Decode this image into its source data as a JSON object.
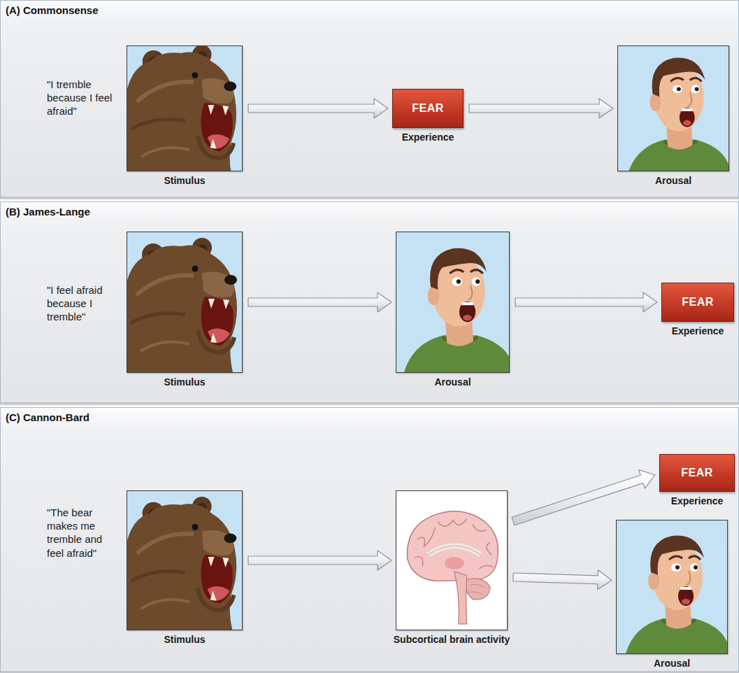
{
  "diagram": {
    "nodes": [
      {
        "text": [
          "(A) Commonsense",
          "\"I tremble because I feel afraid\""
        ]
      },
      {
        "text": [
          "Stimulus"
        ],
        "in": 0
      },
      {
        "text": [
          "FEAR",
          "Experience"
        ],
        "in": 0
      },
      {
        "text": [
          "Arousal"
        ],
        "in": 0
      },
      {
        "text": [
          "(B) James-Lange",
          "\"I feel afraid because I tremble\""
        ]
      },
      {
        "text": [
          "Stimulus"
        ],
        "in": 4
      },
      {
        "text": [
          "Arousal"
        ],
        "in": 4
      },
      {
        "text": [
          "FEAR",
          "Experience"
        ],
        "in": 4
      },
      {
        "text": [
          "(C) Cannon-Bard",
          "\"The bear makes me tremble and feel afraid\""
        ]
      },
      {
        "text": [
          "Stimulus"
        ],
        "in": 8
      },
      {
        "text": [
          "Subcortical brain activity"
        ],
        "in": 8
      },
      {
        "text": [
          "FEAR",
          "Experience"
        ],
        "in": 8
      },
      {
        "text": [
          "Arousal"
        ],
        "in": 8
      }
    ],
    "edges": [
      {
        "from": 1,
        "to": 2,
        "arrow": "to"
      },
      {
        "from": 2,
        "to": 3,
        "arrow": "to"
      },
      {
        "from": 5,
        "to": 6,
        "arrow": "to"
      },
      {
        "from": 6,
        "to": 7,
        "arrow": "to"
      },
      {
        "from": 9,
        "to": 10,
        "arrow": "to"
      },
      {
        "from": 10,
        "to": 11,
        "arrow": "to"
      },
      {
        "from": 10,
        "to": 12,
        "arrow": "to"
      }
    ]
  }
}
